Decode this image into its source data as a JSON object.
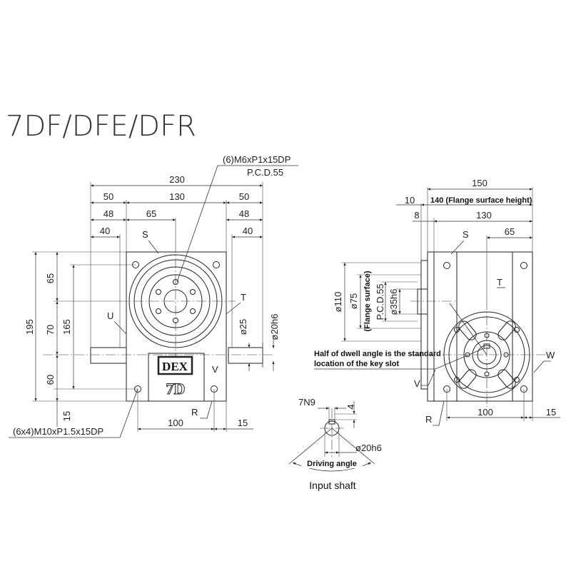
{
  "title": "7DF/DFE/DFR",
  "front_view": {
    "callout_tap": "(6)M6xP1x15DP",
    "callout_pcd": "P.C.D.55",
    "dim_overall_width": "230",
    "dim_left_flange": "50",
    "dim_body": "130",
    "dim_right_flange": "50",
    "dim_48_left": "48",
    "dim_65": "65",
    "dim_48_right": "48",
    "dim_40_left": "40",
    "dim_40_right": "40",
    "dim_195": "195",
    "dim_65_v": "65",
    "dim_70_v": "70",
    "dim_165_v": "165",
    "dim_60_v": "60",
    "dim_15_v": "15",
    "dim_25": "ø25",
    "dim_20h6": "ø20h6",
    "dim_100": "100",
    "dim_15_h": "15",
    "label_s": "S",
    "label_t": "T",
    "label_u": "U",
    "label_v": "V",
    "label_r": "R",
    "callout_mount": "(6x4)M10xP1.5x15DP",
    "logo_text": "DEX",
    "model_text": "7D"
  },
  "side_view": {
    "dim_150": "150",
    "dim_10": "10",
    "dim_140_label": "140 (Flange surface height)",
    "dim_8": "8",
    "dim_130": "130",
    "dim_65": "65",
    "dim_110": "ø110",
    "dim_75": "ø75",
    "flange_surface": "(Flange surface)",
    "dim_pcd55": "P.C.D.55",
    "dim_35h6": "ø35h6",
    "label_s": "S",
    "label_t": "T",
    "label_v": "V",
    "label_w": "W",
    "label_r": "R",
    "dwell_note_line1": "Half of dwell angle is the standard",
    "dwell_note_line2": "location of the key slot",
    "dim_100": "100",
    "dim_15": "15"
  },
  "input_shaft": {
    "dim_7n9": "7N9",
    "dim_4": "4",
    "dim_20h6": "ø20h6",
    "driving_angle": "Driving angle",
    "caption": "Input shaft"
  }
}
